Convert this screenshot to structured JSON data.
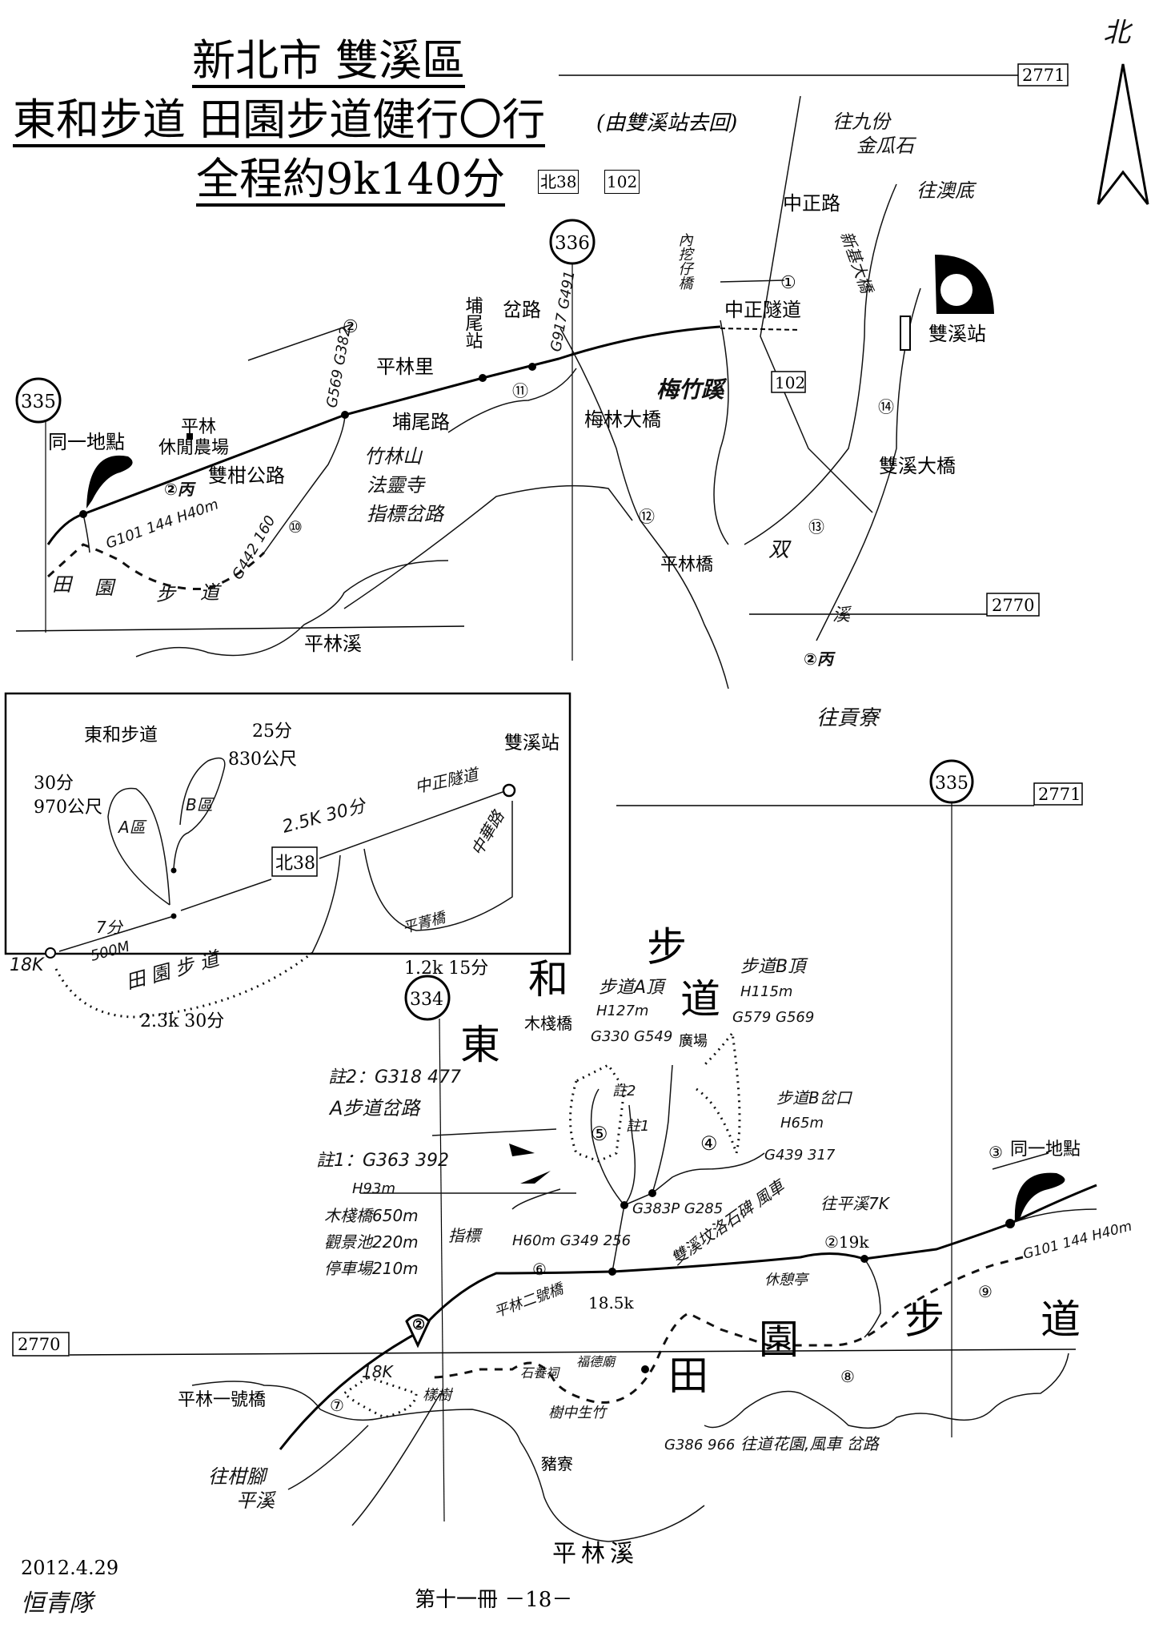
{
  "title": {
    "line1": "新北市 雙溪區",
    "line2": "東和步道 田園步道健行〇行",
    "line2_note": "(由雙溪站去回)",
    "line3": "全程約9k140分",
    "route_badges": [
      "北38",
      "102"
    ]
  },
  "compass": {
    "label": "北"
  },
  "grid": {
    "top_right": "2771",
    "top_circle_336": "336",
    "top_circle_335": "335",
    "top_2770": "2770",
    "mid_circle_335": "335",
    "mid_2771": "2771",
    "bottom_circle_334": "334",
    "bottom_2770": "2770"
  },
  "top_map": {
    "to_jiufen": "往九份",
    "to_jinguashi": "金瓜石",
    "to_aodi": "往澳底",
    "zhongzheng_rd": "中正路",
    "xinji_bridge": "新基大橋",
    "neiwazi_bridge": "內挖仔橋",
    "step1": "①",
    "zhongzheng_tunnel": "中正隧道",
    "step2": "②",
    "puwei_station": "埔尾站",
    "fork": "岔路",
    "g_fork": "G917 G491",
    "pinglin_village": "平林里",
    "g_569": "G569 G382",
    "puwei_rd": "埔尾路",
    "farm_1": "平林",
    "farm_2": "休閒農場",
    "same_point": "同一地點",
    "shuanggan_rd": "雙柑公路",
    "temple_1": "竹林山",
    "temple_2": "法靈寺",
    "temple_3": "指標岔路",
    "meizhu": "梅竹蹊",
    "meilin_bridge": "梅林大橋",
    "route_102": "102",
    "shuangxi_station": "雙溪站",
    "shuangxi_bridge": "雙溪大橋",
    "pinglin_bridge": "平林橋",
    "shuangxi_river_1": "双",
    "shuangxi_river_2": "溪",
    "to_gongliao": "往貢寮",
    "pinglin_creek": "平林溪",
    "tianyuan": [
      "田",
      "園",
      "步",
      "道"
    ],
    "g_101": "G101 144 H40m",
    "g_442": "G442 160",
    "step10": "⑩",
    "step11": "⑪",
    "step12": "⑫",
    "step13": "⑬",
    "step14": "⑭",
    "bus_c": "②丙"
  },
  "inset": {
    "donghe_trail": "東和步道",
    "b_time": "25分",
    "b_dist": "830公尺",
    "a_time": "30分",
    "a_dist": "970公尺",
    "a_zone": "A區",
    "b_zone": "B區",
    "seg_main": "2.5K 30分",
    "tunnel": "中正隧道",
    "station": "雙溪站",
    "route_badge": "北38",
    "start_18k": "18K",
    "seg_7min": "7分",
    "seg_500m": "500M",
    "tianyuan": "田 園 步 道",
    "seg_tianyuan": "2.3k 30分",
    "seg_zhonghua": "1.2k 15分",
    "zhonghua": "中華路",
    "pingqing_bridge": "平菁橋"
  },
  "bottom_map": {
    "donghe": [
      "東",
      "和",
      "步",
      "道"
    ],
    "tianyuan": [
      "田",
      "園",
      "步",
      "道"
    ],
    "a_peak": "步道A頂",
    "a_peak_h": "H127m",
    "a_peak_g": "G330 G549",
    "boardwalk": "木棧橋",
    "b_peak": "步道B頂",
    "b_peak_h": "H115m",
    "b_peak_g": "G579 G569",
    "plaza": "廣場",
    "note2_g": "註2：G318 477",
    "note2_desc": "A步道岔路",
    "note2_mark": "註2",
    "note1_mark": "註1",
    "step5": "⑤",
    "step4": "④",
    "b_fork": "步道B岔口",
    "b_fork_h": "H65m",
    "b_fork_g": "G439 317",
    "note1_g": "註1：G363 392",
    "note1_h": "H93m",
    "note1_boardwalk": "木棧橋650m",
    "note1_pond": "觀景池220m",
    "note1_parking": "停車場210m",
    "signpost": "指標",
    "g_383": "G383P G285",
    "g_349": "H60m G349 256",
    "stele": "雙溪坟洛石碑 風車",
    "to_pingxi": "往平溪7K",
    "km19": "②19k",
    "step3": "③",
    "same_point": "同一地點",
    "g_101": "G101 144 H40m",
    "step6": "⑥",
    "pinglin_bridge2": "平林二號橋",
    "km185": "18.5k",
    "bus2": "②",
    "km18": "18K",
    "pinglin_bridge1": "平林一號橋",
    "step7": "⑦",
    "to_ganjiao_1": "往柑腳",
    "to_ganjiao_2": "平溪",
    "tree": "樣樹",
    "shrine": "石養祠",
    "fude_temple": "福德廟",
    "bamboo": "樹中生竹",
    "pig_farm": "豬寮",
    "g_386": "G386 966",
    "to_garden": "往道花園,風車 岔路",
    "rest_pavilion": "休憩亭",
    "step8": "⑧",
    "step9": "⑨",
    "pinglin_creek": "平林溪"
  },
  "footer": {
    "date": "2012.4.29",
    "team": "恒青隊",
    "page": "第十一冊 －18－"
  }
}
